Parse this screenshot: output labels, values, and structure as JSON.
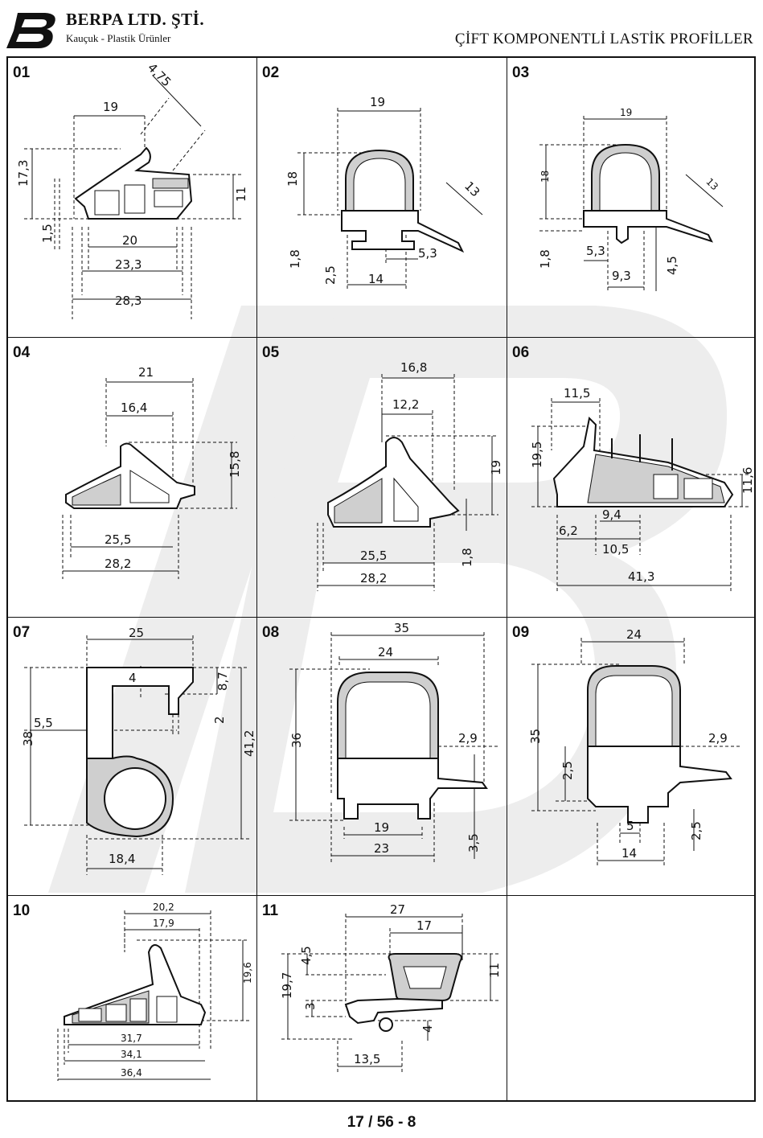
{
  "header": {
    "company": "BERPA LTD. ŞTİ.",
    "subtitle": "Kauçuk - Plastik Ürünler",
    "doc_title": "ÇİFT KOMPONENTLİ LASTİK PROFİLLER"
  },
  "cells": [
    {
      "num": "01",
      "dims": [
        "4,75",
        "19",
        "17,3",
        "11",
        "1,5",
        "20",
        "23,3",
        "28,3"
      ]
    },
    {
      "num": "02",
      "dims": [
        "19",
        "18",
        "13",
        "1,8",
        "5,3",
        "2,5",
        "14"
      ]
    },
    {
      "num": "03",
      "dims": [
        "19",
        "18",
        "13",
        "5,3",
        "1,8",
        "9,3",
        "4,5"
      ]
    },
    {
      "num": "04",
      "dims": [
        "21",
        "16,4",
        "15,8",
        "25,5",
        "28,2"
      ]
    },
    {
      "num": "05",
      "dims": [
        "16,8",
        "12,2",
        "19",
        "25,5",
        "1,8",
        "28,2"
      ]
    },
    {
      "num": "06",
      "dims": [
        "11,5",
        "19,5",
        "11,6",
        "9,4",
        "6,2",
        "10,5",
        "41,3"
      ]
    },
    {
      "num": "07",
      "dims": [
        "25",
        "4",
        "8,7",
        "5,5",
        "2",
        "38",
        "41,2",
        "18,4"
      ]
    },
    {
      "num": "08",
      "dims": [
        "35",
        "24",
        "36",
        "2,9",
        "19",
        "3,5",
        "23"
      ]
    },
    {
      "num": "09",
      "dims": [
        "24",
        "35",
        "2,9",
        "2,5",
        "5",
        "2,5",
        "14"
      ]
    },
    {
      "num": "10",
      "dims": [
        "20,2",
        "17,9",
        "19,6",
        "31,7",
        "34,1",
        "36,4"
      ]
    },
    {
      "num": "11",
      "dims": [
        "27",
        "17",
        "4,5",
        "11",
        "19,7",
        "3",
        "4",
        "13,5"
      ]
    }
  ],
  "footer": {
    "page": "17 / 56 - 8"
  },
  "colors": {
    "line": "#111111",
    "foam": "#cfcfcf",
    "watermark": "#eeeeee"
  }
}
